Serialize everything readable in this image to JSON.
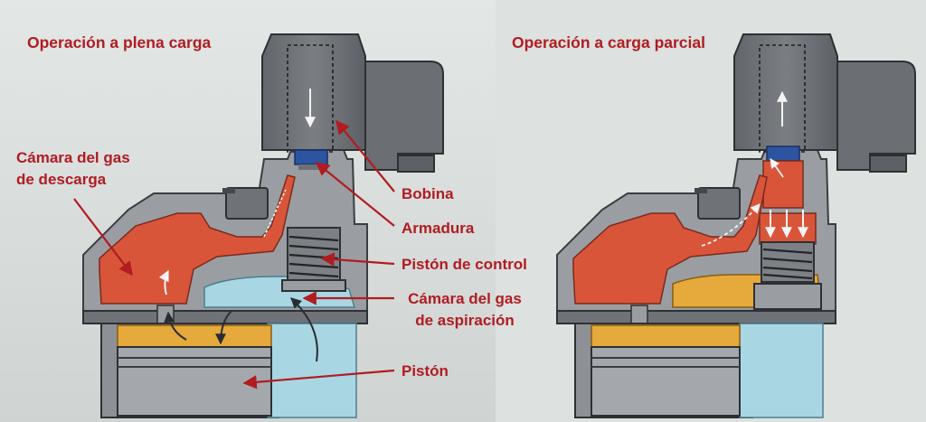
{
  "labels": {
    "title_left": "Operación a plena carga",
    "title_right": "Operación a carga parcial",
    "discharge_chamber": [
      "Cámara del gas",
      "de descarga"
    ],
    "bobina": "Bobina",
    "armadura": "Armadura",
    "piston_control": "Pistón de control",
    "suction_chamber": [
      "Cámara del gas",
      "de aspiración"
    ],
    "piston": "Pistón"
  },
  "colors": {
    "label_text": "#b01c22",
    "discharge_gas": "#d9553a",
    "suction_gas": "#a9d6e3",
    "oil_yellow": "#e5a93c",
    "solenoid_body": "#6f7378",
    "valve_body": "#9a9ea2",
    "armature_blue": "#2c54a0",
    "background": "#d7dcda"
  },
  "diagrams": [
    {
      "mode": "full-load",
      "armature_direction": "down",
      "control_chamber_gas": "suction"
    },
    {
      "mode": "partial-load",
      "armature_direction": "up",
      "control_chamber_gas": "discharge"
    }
  ]
}
